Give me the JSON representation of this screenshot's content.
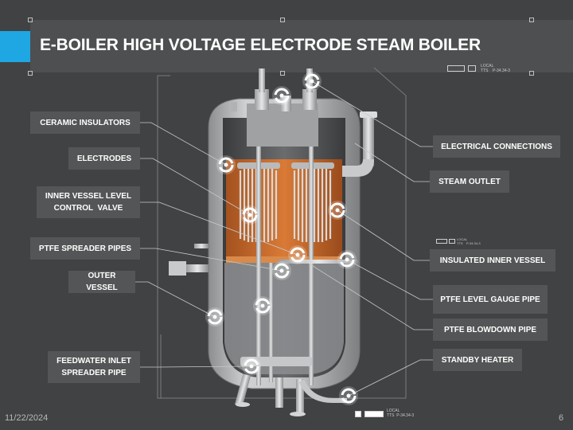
{
  "slide": {
    "title": "E-BOILER HIGH VOLTAGE ELECTRODE STEAM BOILER",
    "date": "11/22/2024",
    "page_number": "6"
  },
  "callouts_left": [
    {
      "id": "ceramic-insulators",
      "text": "CERAMIC INSULATORS"
    },
    {
      "id": "electrodes",
      "text": "ELECTRODES"
    },
    {
      "id": "inner-vessel-level-control-valve",
      "line1": "INNER VESSEL LEVEL",
      "line2": "CONTROL  VALVE"
    },
    {
      "id": "ptfe-spreader-pipes",
      "text": "PTFE SPREADER PIPES"
    },
    {
      "id": "outer-vessel",
      "text": "OUTER VESSEL"
    },
    {
      "id": "feedwater-inlet-spreader-pipe",
      "line1": "FEEDWATER INLET",
      "line2": "SPREADER PIPE"
    }
  ],
  "callouts_right": [
    {
      "id": "electrical-connections",
      "text": "ELECTRICAL CONNECTIONS"
    },
    {
      "id": "steam-outlet",
      "text": "STEAM OUTLET"
    },
    {
      "id": "insulated-inner-vessel",
      "text": "INSULATED INNER VESSEL"
    },
    {
      "id": "ptfe-level-gauge-pipe",
      "text": "PTFE LEVEL GAUGE PIPE"
    },
    {
      "id": "ptfe-blowdown-pipe",
      "text": "PTFE BLOWDOWN PIPE"
    },
    {
      "id": "standby-heater",
      "text": "STANDBY HEATER"
    }
  ],
  "small_tags": {
    "top_right": {
      "line1": "LOCAL",
      "line2": "TTS    P-34.34-3"
    },
    "middle_right": {
      "line1": "LOCAL",
      "line2": "TTS    P-34.34-3"
    },
    "bottom": {
      "line1": "LOCAL",
      "line2": "TTS  P-34.34-3"
    }
  },
  "colors": {
    "background": "#414243",
    "accent": "#1ea7e2",
    "label_bg": "#545556",
    "inner_vessel_orange": "#c8692a"
  }
}
